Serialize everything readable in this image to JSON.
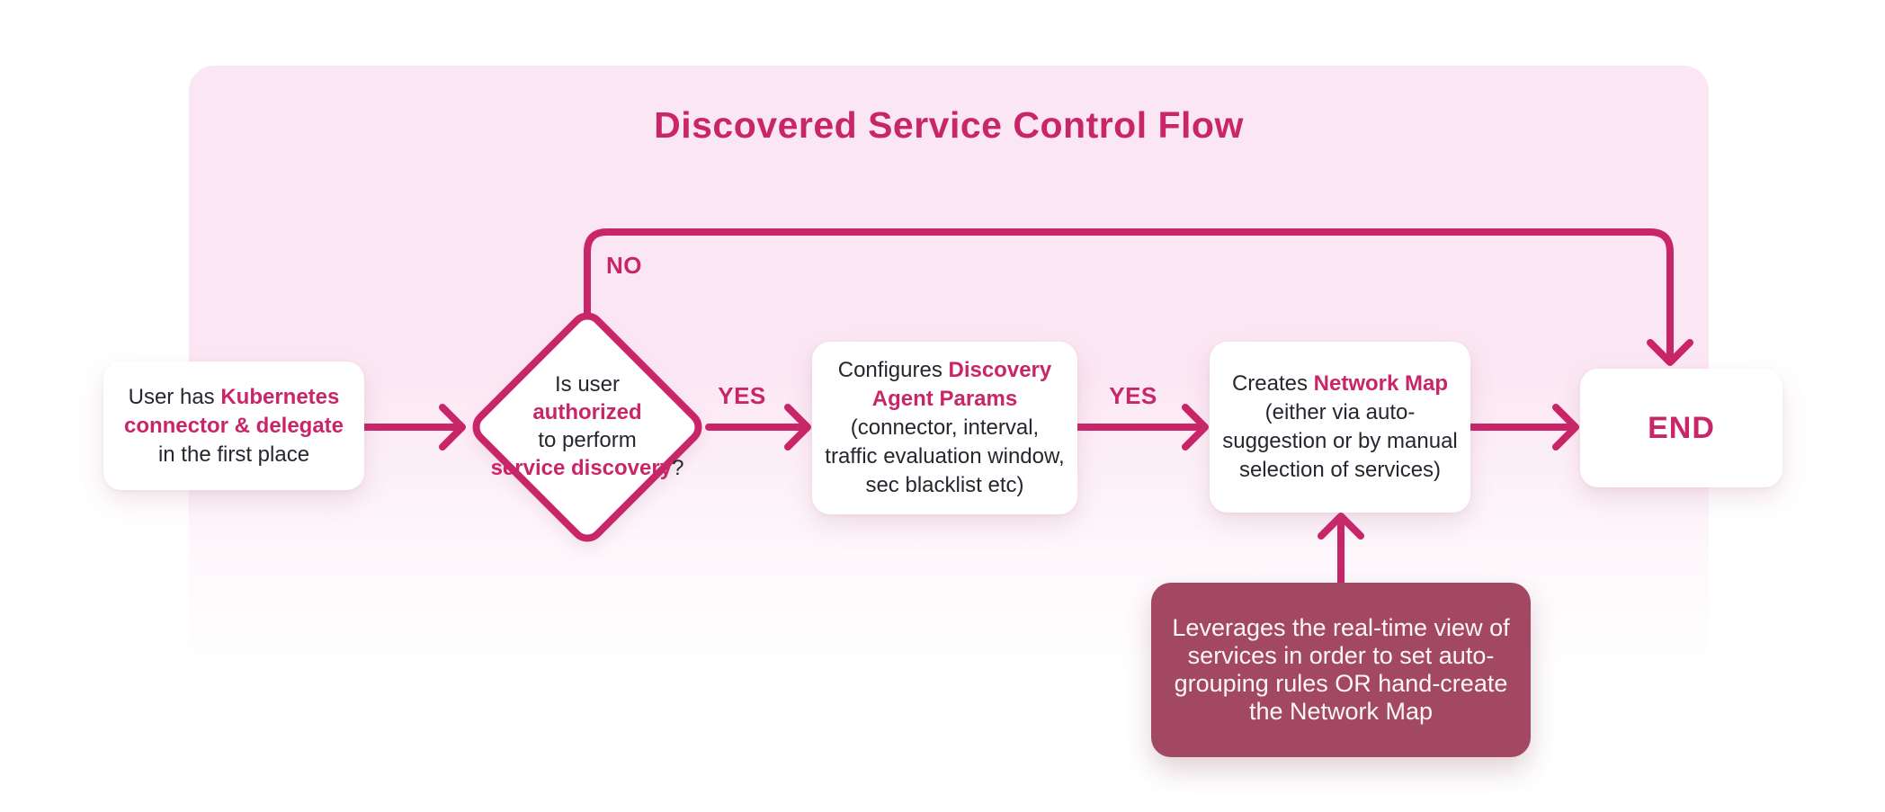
{
  "title": "Discovered Service Control Flow",
  "labels": {
    "yes1": "YES",
    "yes2": "YES",
    "no": "NO"
  },
  "nodes": {
    "start": {
      "segments": [
        {
          "t": "User has "
        },
        {
          "t": "Kubernetes\nconnector & delegate",
          "em": true
        },
        {
          "t": "\nin the first place"
        }
      ]
    },
    "decision": {
      "segments": [
        {
          "t": "Is user\n"
        },
        {
          "t": "authorized",
          "em": true
        },
        {
          "t": "\nto perform\n"
        },
        {
          "t": "service discovery",
          "em": true
        },
        {
          "t": "?"
        }
      ]
    },
    "configure": {
      "segments": [
        {
          "t": "Configures "
        },
        {
          "t": "Discovery\nAgent Params",
          "em": true
        },
        {
          "t": "\n(connector, interval,\ntraffic evaluation window,\nsec blacklist etc)"
        }
      ]
    },
    "create_map": {
      "segments": [
        {
          "t": "Creates "
        },
        {
          "t": "Network Map",
          "em": true
        },
        {
          "t": "\n(either via auto-\nsuggestion or by manual\nselection of services)"
        }
      ]
    },
    "end": {
      "label": "END"
    },
    "note": {
      "text": "Leverages the real-time view of\nservices in order to set auto-\ngrouping rules OR hand-create\nthe Network Map"
    }
  },
  "colors": {
    "accent": "#c92569",
    "note_bg": "#a34862",
    "panel_pink": "#fbe7f3",
    "ink": "#24282e"
  }
}
